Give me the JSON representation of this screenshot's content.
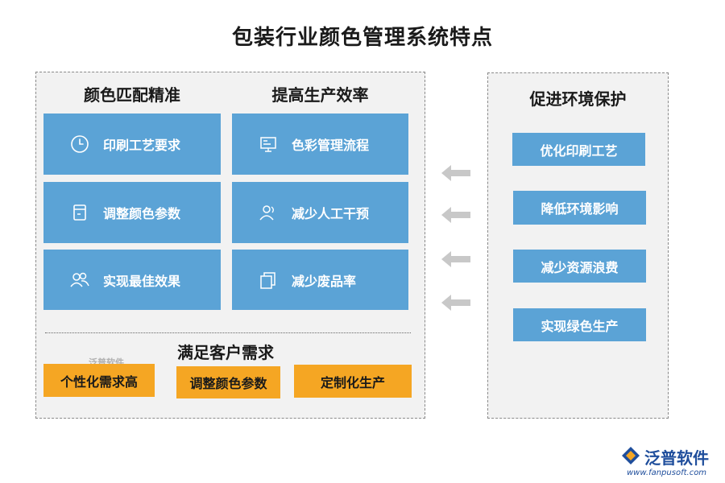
{
  "title": "包装行业颜色管理系统特点",
  "left_panel": {
    "color_match": {
      "heading": "颜色匹配精准",
      "items": [
        {
          "label": "印刷工艺要求",
          "icon": "clock-icon"
        },
        {
          "label": "调整颜色参数",
          "icon": "document-icon"
        },
        {
          "label": "实现最佳效果",
          "icon": "users-icon"
        }
      ]
    },
    "efficiency": {
      "heading": "提高生产效率",
      "items": [
        {
          "label": "色彩管理流程",
          "icon": "presentation-icon"
        },
        {
          "label": "减少人工干预",
          "icon": "user-icon"
        },
        {
          "label": "减少废品率",
          "icon": "files-icon"
        }
      ]
    },
    "customer": {
      "heading": "满足客户需求",
      "items": [
        "个性化需求高",
        "调整颜色参数",
        "定制化生产"
      ]
    },
    "watermark": "泛普软件"
  },
  "right_panel": {
    "heading": "促进环境保护",
    "items": [
      "优化印刷工艺",
      "降低环境影响",
      "减少资源浪费",
      "实现绿色生产"
    ]
  },
  "logo": {
    "name": "泛普软件",
    "url": "www.fanpusoft.com"
  },
  "colors": {
    "blue": "#5ba3d6",
    "orange": "#f5a623",
    "arrow": "#c8c8c8",
    "panel_bg": "#f2f2f2"
  }
}
